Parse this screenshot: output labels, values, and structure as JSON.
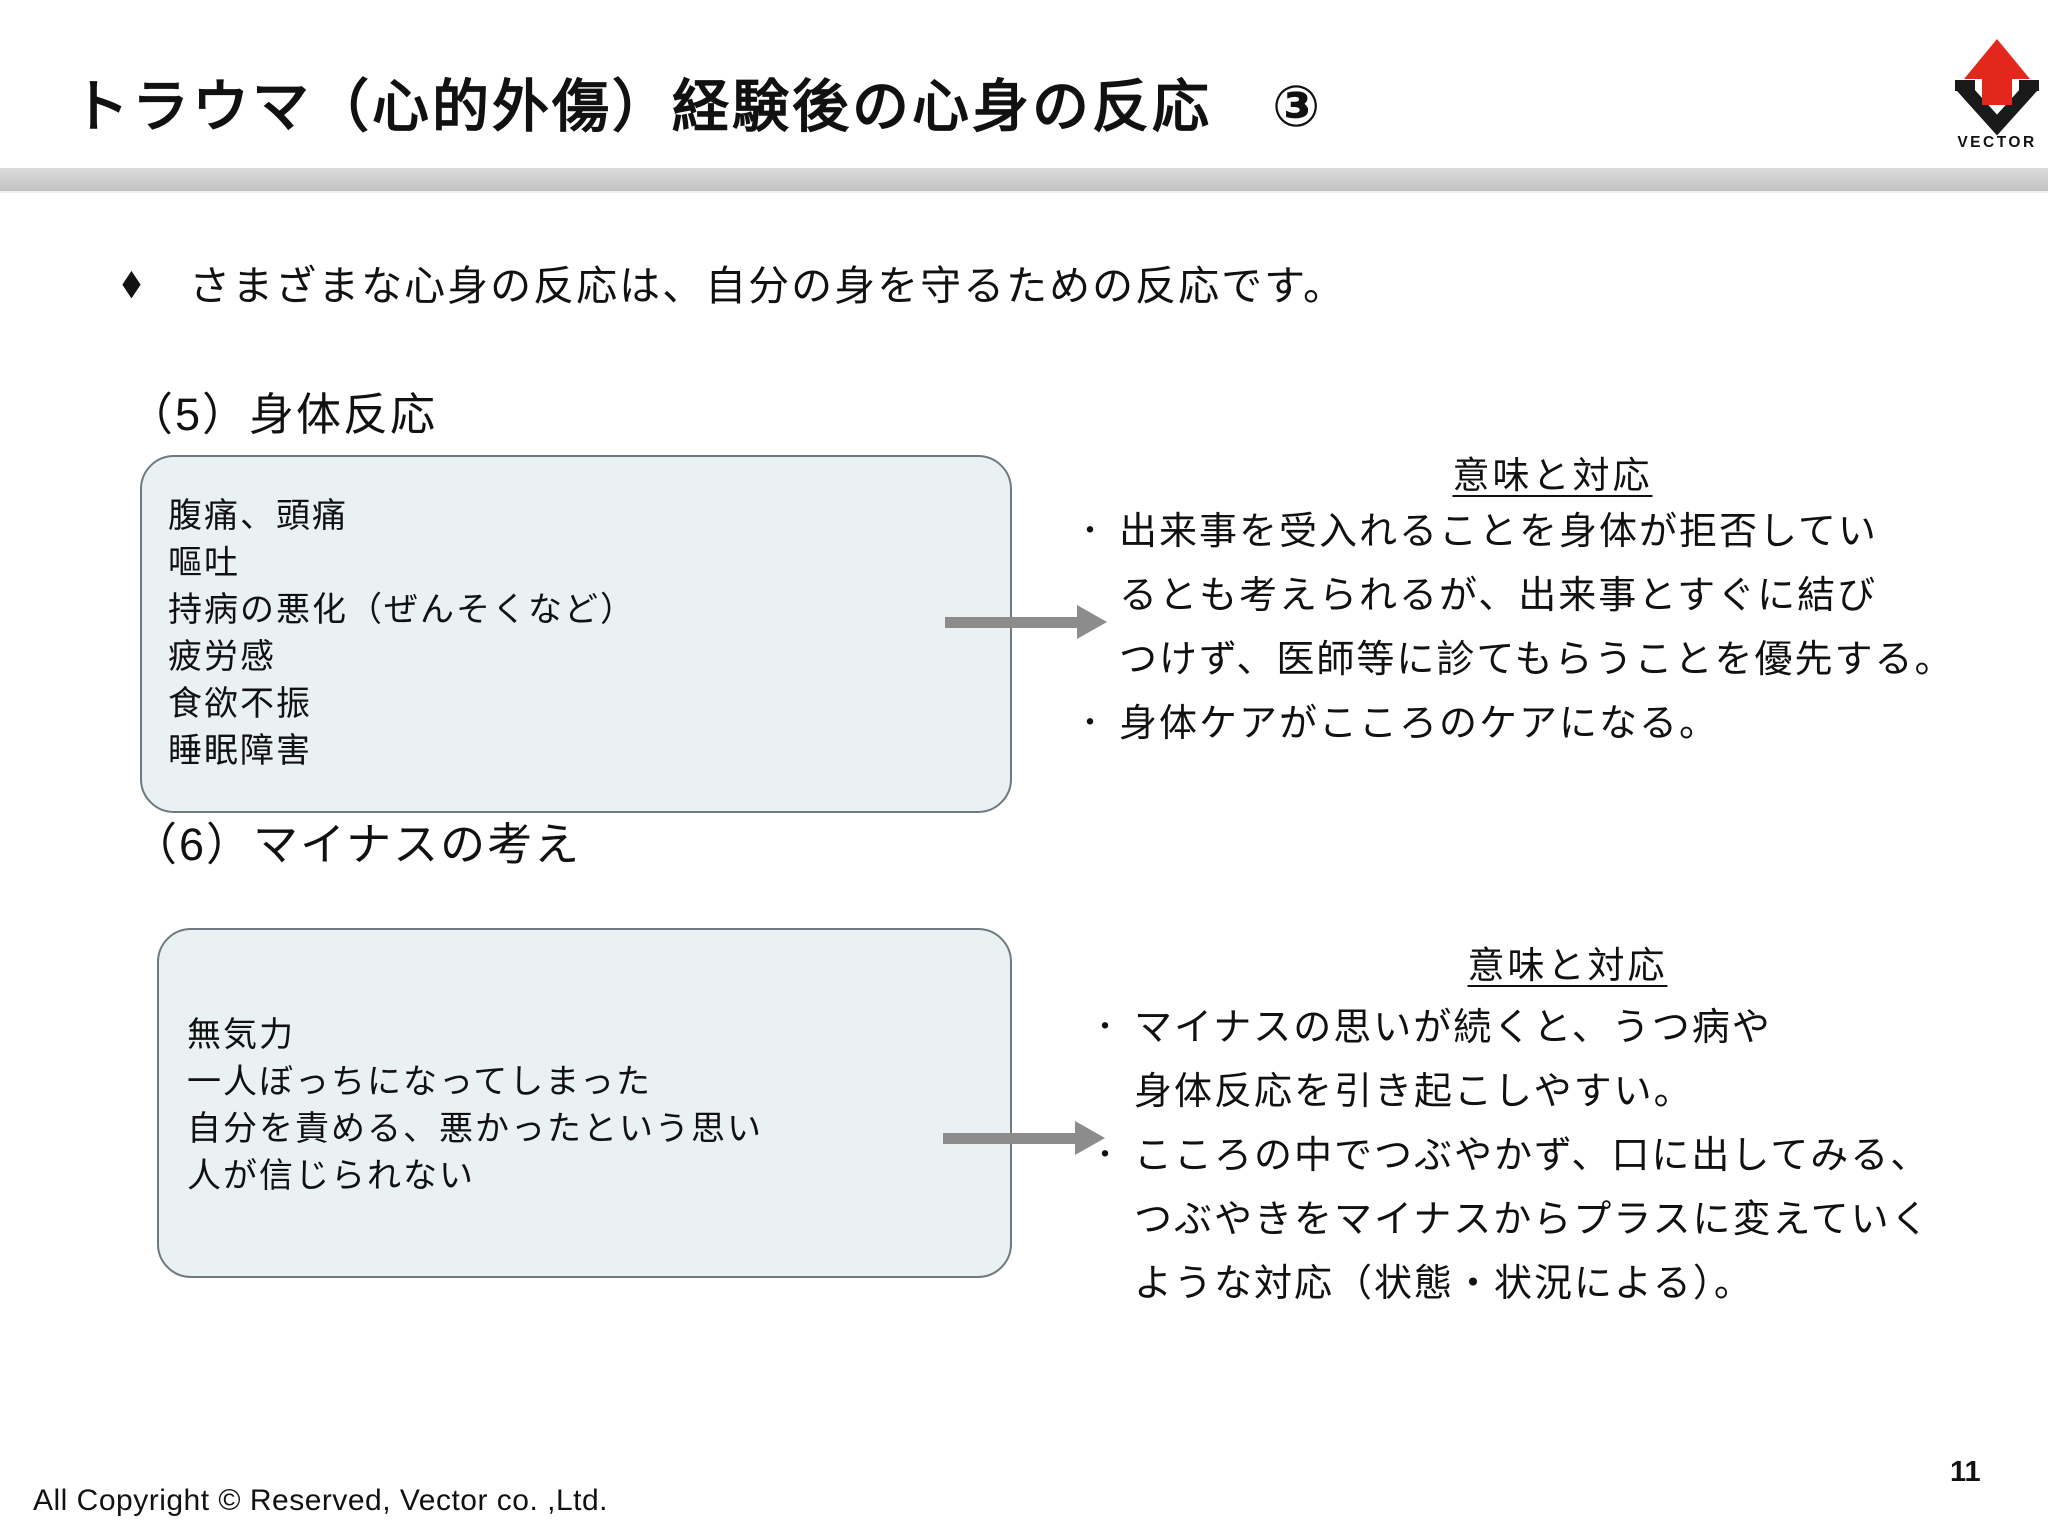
{
  "slide": {
    "title": "トラウマ（心的外傷）経験後の心身の反応　③",
    "page_number": "11",
    "footer": "All Copyright © Reserved, Vector co. ,Ltd."
  },
  "logo": {
    "text": "VECTOR",
    "arrow_color": "#e4271c",
    "v_color": "#1a1a1a"
  },
  "intro": {
    "bullet_icon": "◆",
    "text": "さまざまな心身の反応は、自分の身を守るための反応です。"
  },
  "section5": {
    "heading": "（5）身体反応",
    "box_items": [
      "腹痛、頭痛",
      "嘔吐",
      "持病の悪化（ぜんそくなど）",
      "疲労感",
      "食欲不振",
      "睡眠障害"
    ],
    "meaning_title": "意味と対応",
    "notes": [
      {
        "bullet": "・",
        "text": "出来事を受入れることを身体が拒否してい"
      },
      {
        "bullet": "",
        "text": "るとも考えられるが、出来事とすぐに結び"
      },
      {
        "bullet": "",
        "text": "つけず、医師等に診てもらうことを優先する。"
      },
      {
        "bullet": "・",
        "text": "身体ケアがこころのケアになる。"
      }
    ]
  },
  "section6": {
    "heading": "（6）マイナスの考え",
    "box_items": [
      "無気力",
      "一人ぼっちになってしまった",
      "自分を責める、悪かったという思い",
      "人が信じられない"
    ],
    "meaning_title": "意味と対応",
    "notes": [
      {
        "bullet": "・",
        "text": "マイナスの思いが続くと、うつ病や"
      },
      {
        "bullet": "",
        "text": "身体反応を引き起こしやすい。"
      },
      {
        "bullet": "・",
        "text": "こころの中でつぶやかず、口に出してみる、"
      },
      {
        "bullet": "",
        "text": "つぶやきをマイナスからプラスに変えていく"
      },
      {
        "bullet": "",
        "text": "ような対応（状態・状況による）。"
      }
    ]
  },
  "colors": {
    "box_background": "#e9f1f2",
    "box_border": "#6e7a80",
    "arrow_gray": "#8c8c8c",
    "bar_gray": "#cdcdcd"
  }
}
